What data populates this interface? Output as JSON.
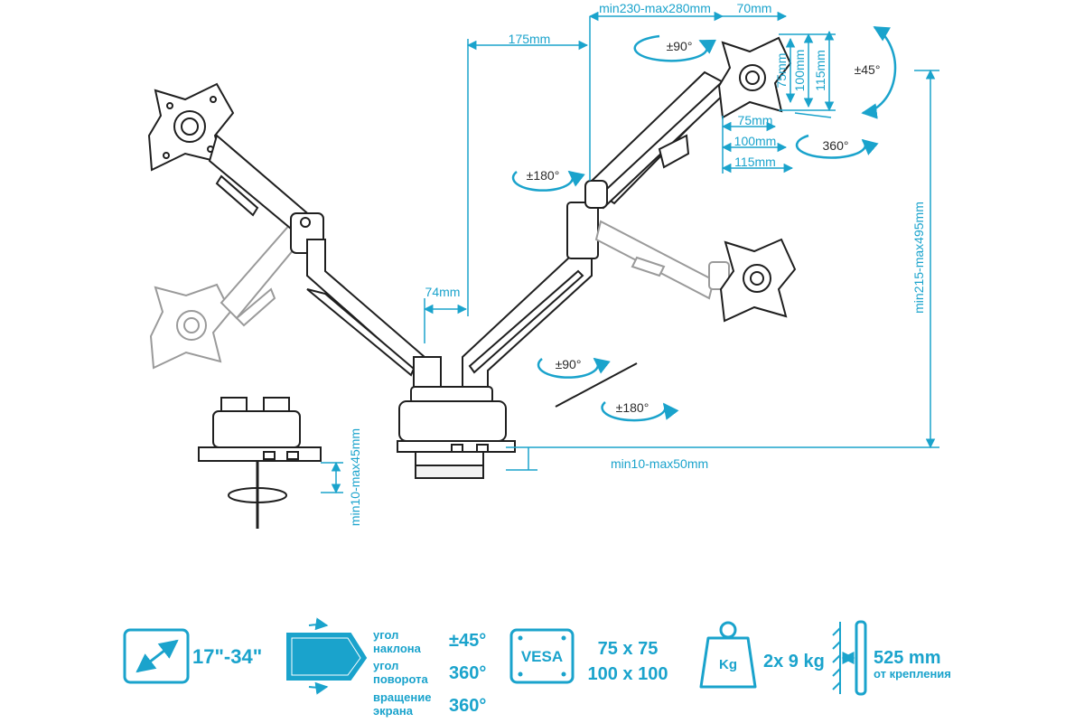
{
  "dimensions": {
    "arm_reach": "175mm",
    "monitor_arm_range": "min230-max280mm",
    "plate_offset": "70mm",
    "column_offset": "74mm",
    "height_range": "min215-max495mm",
    "clamp_thickness": "min10-max50mm",
    "grommet_thickness": "min10-max45mm",
    "vesa_75": "75mm",
    "vesa_100": "100mm",
    "vesa_115": "115mm"
  },
  "rotations": {
    "swivel_top": "±90°",
    "tilt": "±45°",
    "rotation": "360°",
    "arm_joint": "±180°",
    "base_joint": "±90°",
    "base_rotation": "±180°"
  },
  "specs": {
    "screen_size": "17\"-34\"",
    "tilt_label": [
      "угол",
      "наклона"
    ],
    "tilt_value": "±45°",
    "swivel_label": [
      "угол",
      "поворота"
    ],
    "swivel_value": "360°",
    "rotate_label": [
      "вращение",
      "экрана"
    ],
    "rotate_value": "360°",
    "vesa_badge": "VESA",
    "vesa_sizes": [
      "75 x 75",
      "100 x 100"
    ],
    "weight_badge": "Kg",
    "weight_value": "2x 9 kg",
    "distance_value": "525 mm",
    "distance_label": "от крепления"
  },
  "colors": {
    "accent": "#1aa3cc",
    "line": "#1f1f1f",
    "ghost": "#9a9a9a"
  }
}
